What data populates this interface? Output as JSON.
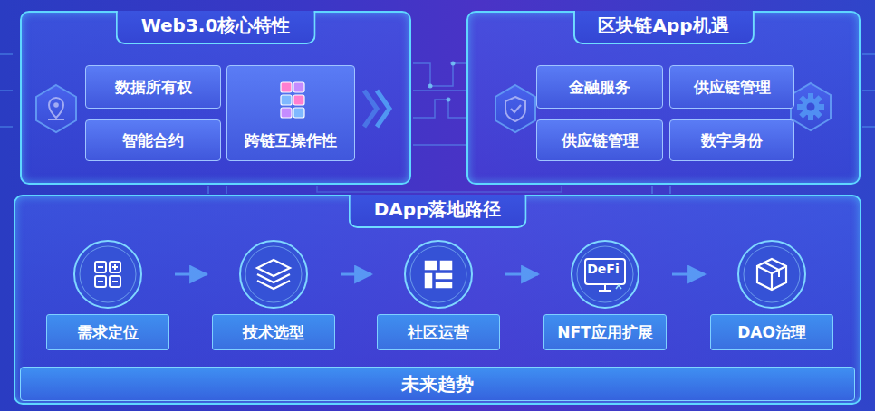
{
  "diagram": {
    "nodes": [
      {
        "text": [
          "Web3.0核心特性"
        ]
      },
      {
        "text": [
          "数据所有权"
        ],
        "in": 0
      },
      {
        "text": [
          "智能合约"
        ],
        "in": 0
      },
      {
        "text": [
          "跨链互操作性"
        ],
        "in": 0
      },
      {
        "text": [
          "区块链App机遇"
        ]
      },
      {
        "text": [
          "金融服务"
        ],
        "in": 4
      },
      {
        "text": [
          "供应链管理"
        ],
        "in": 4
      },
      {
        "text": [
          "供应链管理"
        ],
        "in": 4
      },
      {
        "text": [
          "数字身份"
        ],
        "in": 4
      },
      {
        "text": [
          "DApp落地路径"
        ]
      },
      {
        "text": [
          "需求定位"
        ],
        "in": 9
      },
      {
        "text": [
          "技术选型"
        ],
        "in": 9
      },
      {
        "text": [
          "社区运营"
        ],
        "in": 9
      },
      {
        "text": [
          "NFT应用扩展"
        ],
        "in": 9
      },
      {
        "text": [
          "DAO治理"
        ],
        "in": 9
      },
      {
        "text": [
          "未来趋势"
        ],
        "in": 9
      }
    ],
    "edges": [
      {
        "from": 10,
        "to": 11,
        "arrow": "to"
      },
      {
        "from": 11,
        "to": 12,
        "arrow": "to"
      },
      {
        "from": 12,
        "to": 13,
        "arrow": "to"
      },
      {
        "from": 13,
        "to": 14,
        "arrow": "to"
      }
    ],
    "labels": [
      "DeFi"
    ]
  }
}
